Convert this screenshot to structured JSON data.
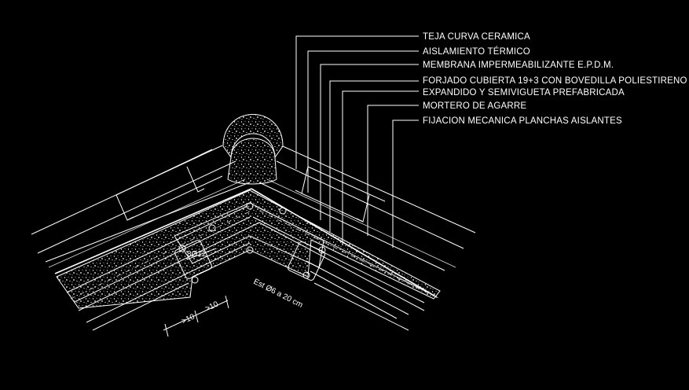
{
  "labels": {
    "teja": "TEJA CURVA CERAMICA",
    "aislamiento": "AISLAMIENTO TÉRMICO",
    "membrana": "MEMBRANA IMPERMEABILIZANTE E.P.D.M.",
    "forjado_1": "FORJADO CUBIERTA 19+3 CON BOVEDILLA POLIESTIRENO",
    "forjado_2": "EXPANDIDO Y SEMIVIGUETA PREFABRICADA",
    "mortero": "MORTERO DE AGARRE",
    "fijacion": "FIJACION MECANICA PLANCHAS AISLANTES"
  },
  "annotations": {
    "rebar": "8Ø12",
    "estribos": "Est Ø6 a 20 cm",
    "dim_left": ">10",
    "dim_right": ">10"
  }
}
